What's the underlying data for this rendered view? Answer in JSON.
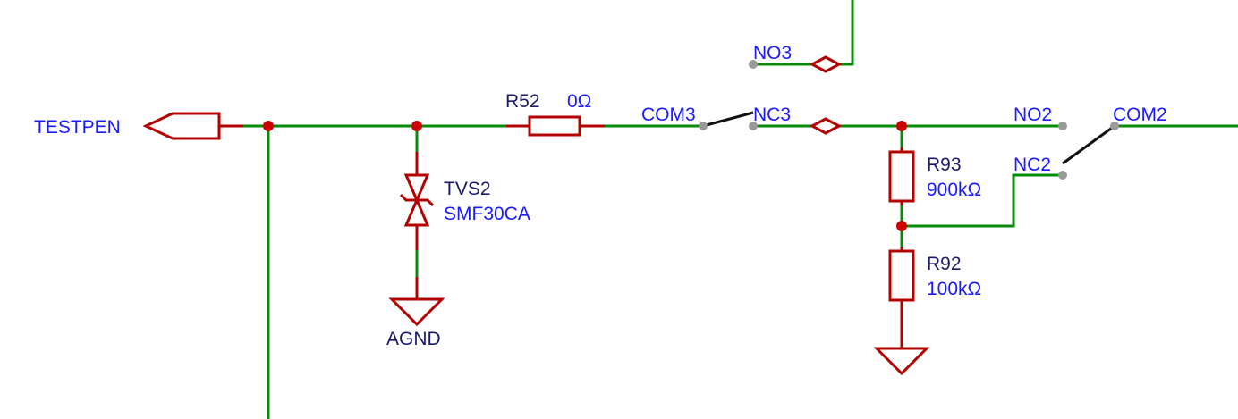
{
  "colors": {
    "wire": "#0a8a0a",
    "component": "#b30000",
    "junction": "#cc0000",
    "pin": "#9a9a9a",
    "net_label": "#1a1aff",
    "designator": "#1a1a6b"
  },
  "ports": {
    "testpen": "TESTPEN"
  },
  "power": {
    "agnd": "AGND"
  },
  "components": {
    "r52": {
      "ref": "R52",
      "value": "0Ω"
    },
    "tvs2": {
      "ref": "TVS2",
      "value": "SMF30CA"
    },
    "r93": {
      "ref": "R93",
      "value": "900kΩ"
    },
    "r92": {
      "ref": "R92",
      "value": "100kΩ"
    }
  },
  "switch_pins": {
    "no3": "NO3",
    "com3": "COM3",
    "nc3": "NC3",
    "no2": "NO2",
    "com2": "COM2",
    "nc2": "NC2"
  }
}
